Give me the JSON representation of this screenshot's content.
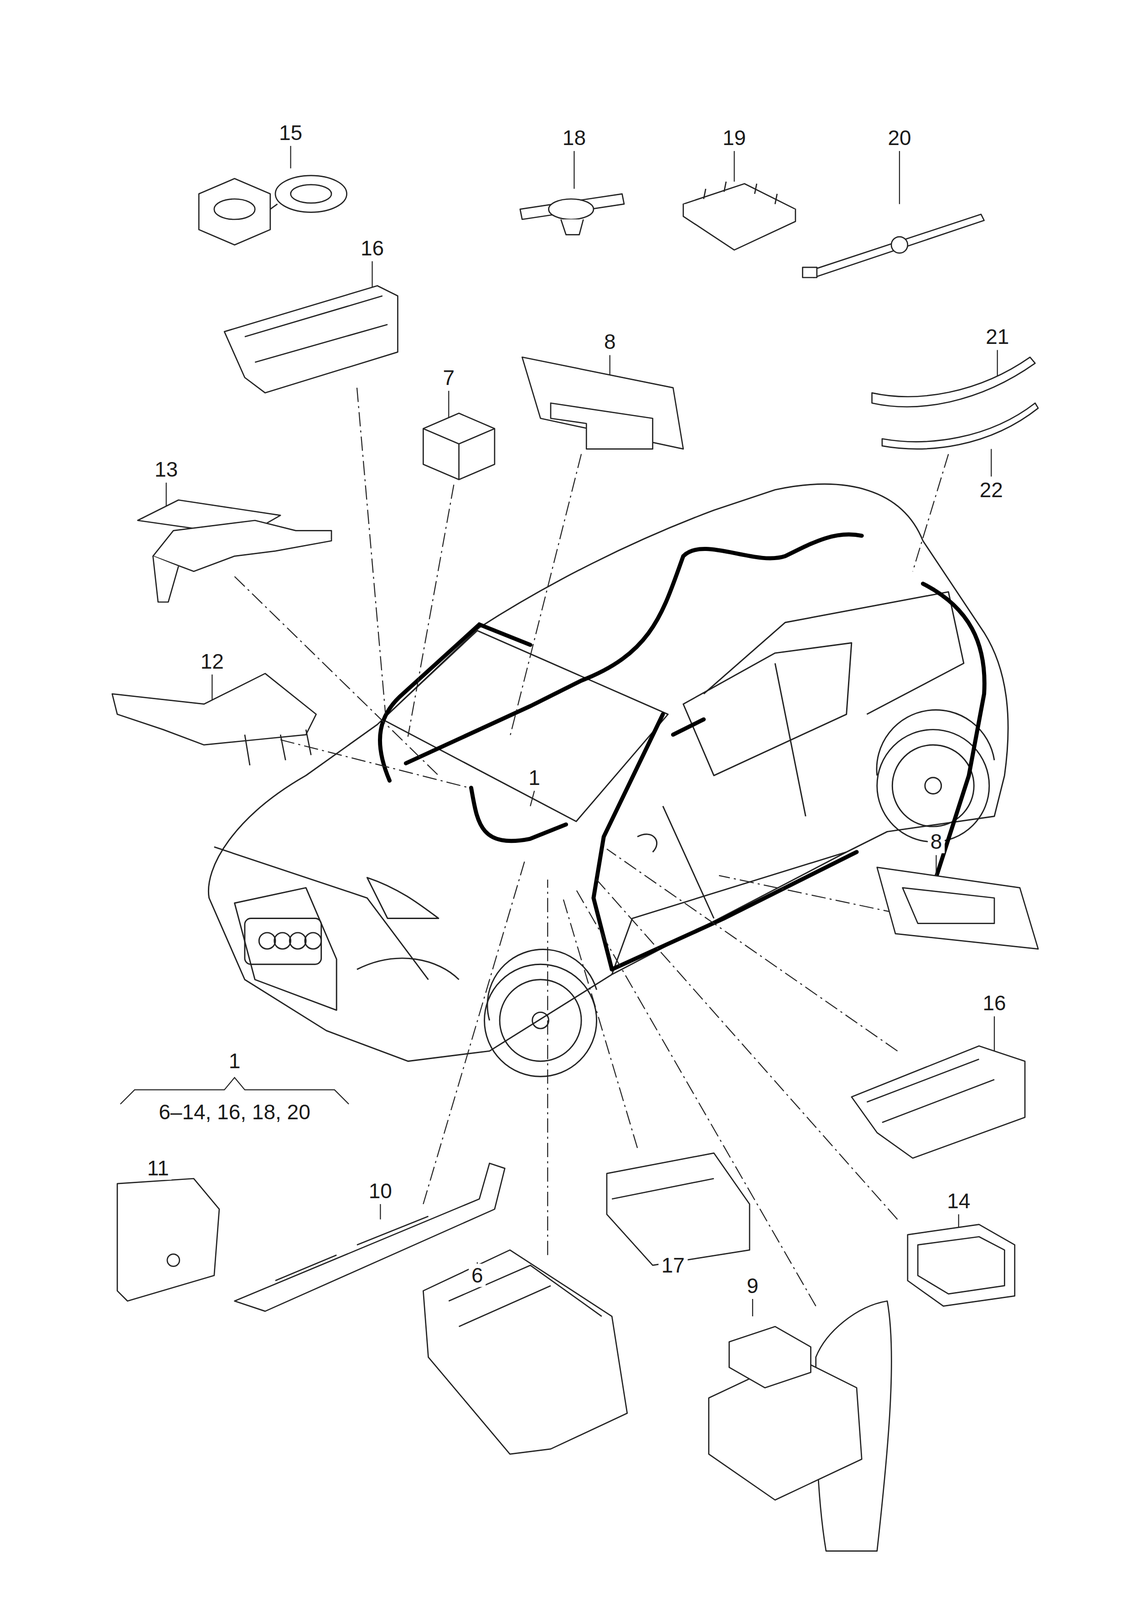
{
  "diagram": {
    "labels": [
      "15",
      "18",
      "19",
      "20",
      "16",
      "8",
      "7",
      "21",
      "13",
      "22",
      "12",
      "1",
      "8",
      "1",
      "6–14, 16, 18, 20",
      "16",
      "11",
      "10",
      "14",
      "9",
      "6",
      "17"
    ]
  }
}
